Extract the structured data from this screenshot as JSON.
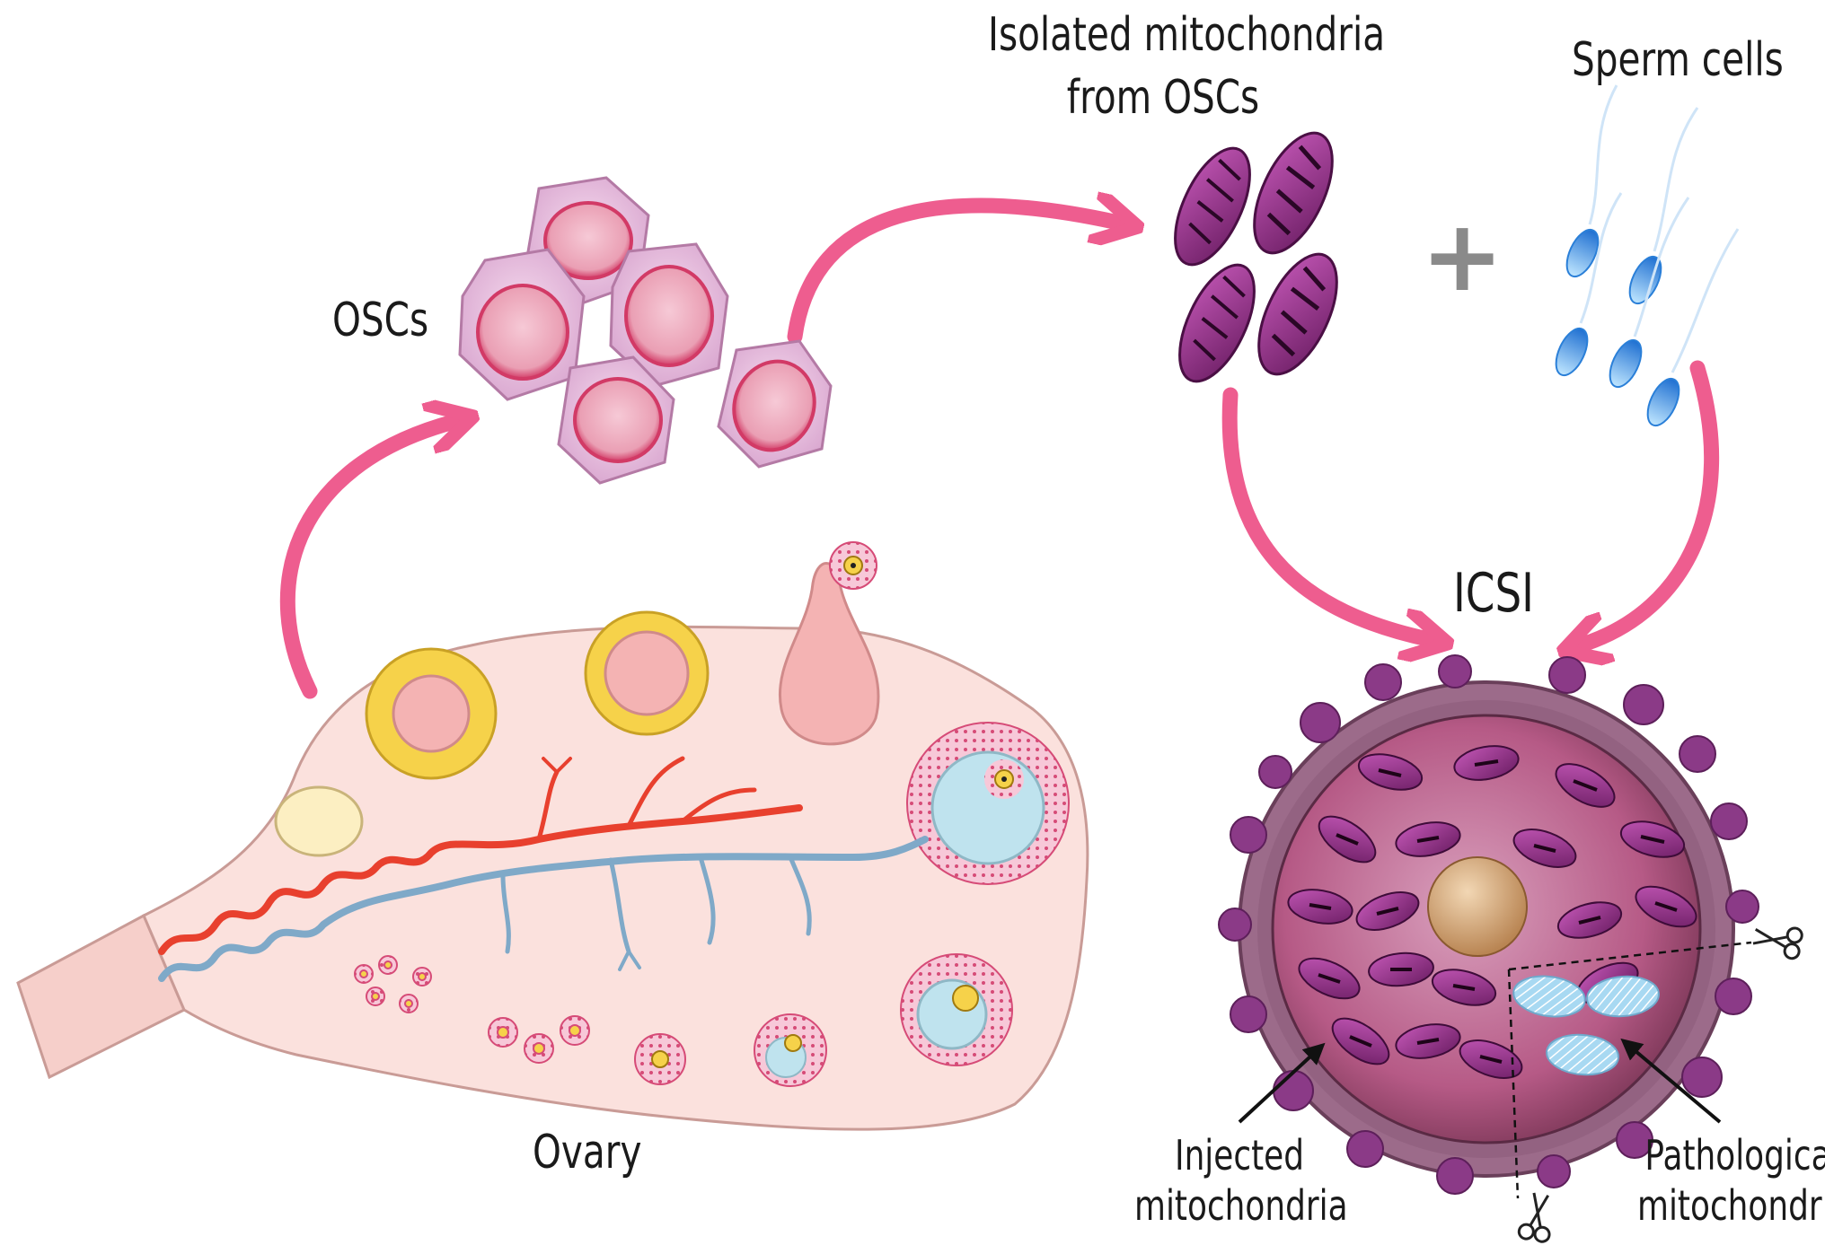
{
  "labels": {
    "oscs": "OSCs",
    "isolated_line1": "Isolated mitochondria",
    "isolated_line2": "from OSCs",
    "sperm": "Sperm cells",
    "plus": "+",
    "icsi": "ICSI",
    "ovary": "Ovary",
    "injected_line1": "Injected",
    "injected_line2": "mitochondria",
    "pathological_line1": "Pathological",
    "pathological_line2": "mitochondria"
  },
  "colors": {
    "arrow": "#ee5d8f",
    "cell_fill": "#e9b9dc",
    "nucleus": "#d23a66",
    "mito": "#8d2c85",
    "sperm": "#3d9bef",
    "oocyte": "#b34d7a",
    "ovary_fill": "#fbe1dd",
    "artery": "#e8402e",
    "vein": "#7fa9c8",
    "corpus": "#f6d24a",
    "patho": "#9fd1ee"
  }
}
